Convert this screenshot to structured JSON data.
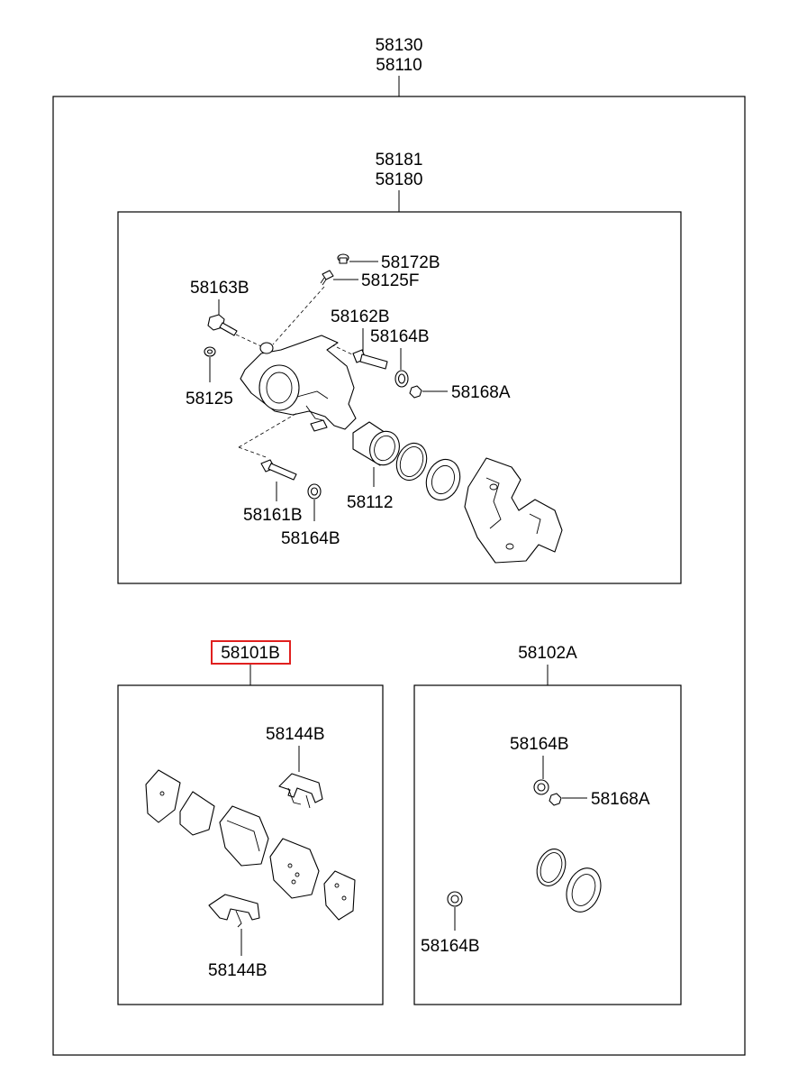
{
  "assembly": {
    "labels": [
      "58130",
      "58110"
    ]
  },
  "caliper_group": {
    "labels": [
      "58181",
      "58180"
    ],
    "parts": {
      "p58172B": "58172B",
      "p58125F": "58125F",
      "p58163B": "58163B",
      "p58162B": "58162B",
      "p58164B_a": "58164B",
      "p58125": "58125",
      "p58168A": "58168A",
      "p58161B": "58161B",
      "p58112": "58112",
      "p58164B_b": "58164B"
    }
  },
  "pad_kit": {
    "label": "58101B",
    "highlighted": true,
    "highlight_color": "#e0201f",
    "parts": {
      "p58144B_top": "58144B",
      "p58144B_bottom": "58144B"
    }
  },
  "seal_kit": {
    "label": "58102A",
    "parts": {
      "p58164B_top": "58164B",
      "p58168A": "58168A",
      "p58164B_bottom": "58164B"
    }
  }
}
